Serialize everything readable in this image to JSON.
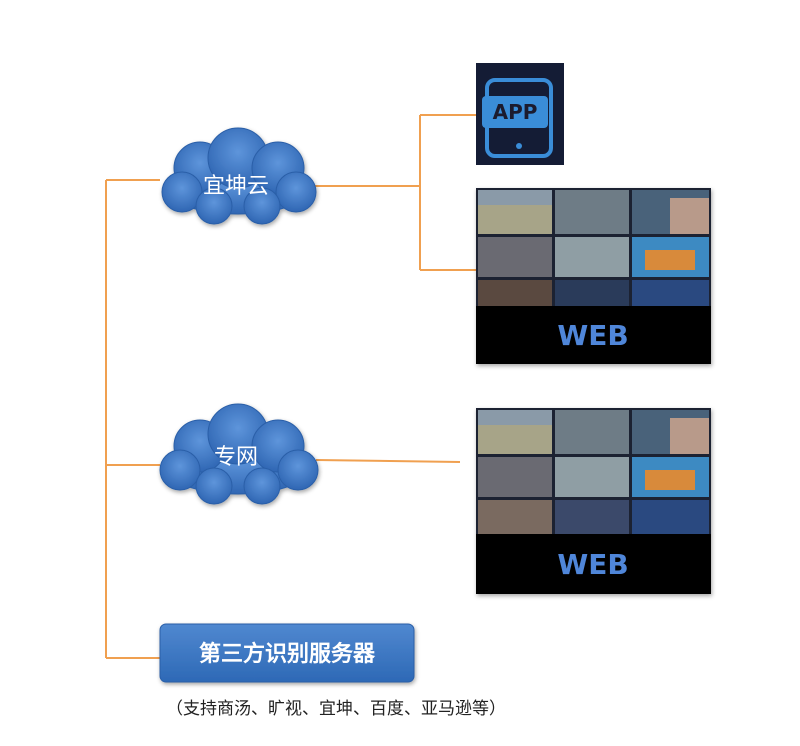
{
  "nodes": {
    "cloud_top": {
      "label": "宜坤云"
    },
    "cloud_mid": {
      "label": "专网"
    },
    "app": {
      "label": "APP"
    },
    "web_top": {
      "label": "WEB"
    },
    "web_bottom": {
      "label": "WEB"
    },
    "server": {
      "label": "第三方识别服务器"
    }
  },
  "note": "（支持商汤、旷视、宜坤、百度、亚马逊等）",
  "colors": {
    "connector": "#f0a050",
    "cloud": "#3f76c2",
    "app_bg": "#141c35",
    "app_accent": "#3a8dd8",
    "web_label": "#4f86d9",
    "server": "#3b79c4"
  }
}
